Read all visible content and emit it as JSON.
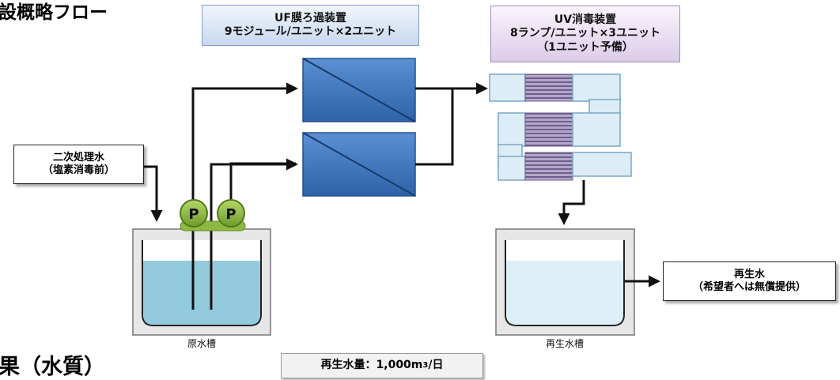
{
  "headings": {
    "top_fragment": "設概略フロー",
    "bottom_fragment": "果（水質）"
  },
  "uf_device": {
    "title": "UF膜ろ過装置",
    "spec": "9モジュール/ユニット×2ユニット"
  },
  "uv_device": {
    "title": "UV消毒装置",
    "spec": "8ランプ/ユニット×3ユニット",
    "note": "（1ユニット予備）"
  },
  "inlet": {
    "line1": "二次処理水",
    "line2": "（塩素消毒前）"
  },
  "outlet": {
    "line1": "再生水",
    "line2": "（希望者へは無償提供）"
  },
  "pumps": [
    "P",
    "P"
  ],
  "raw_tank_label": "原水槽",
  "reclaimed_tank_label": "再生水槽",
  "volume": {
    "text": "再生水量：1,000m",
    "sup": "3",
    "suffix": "/日"
  },
  "colors": {
    "uf_module": "#3f78c0",
    "uv_chamber": "#dcedf7",
    "uv_lamp": "#8e7fa8",
    "raw_water": "#93cbdd",
    "reclaimed_water": "#ddeff6",
    "pump": "#8fb843"
  }
}
